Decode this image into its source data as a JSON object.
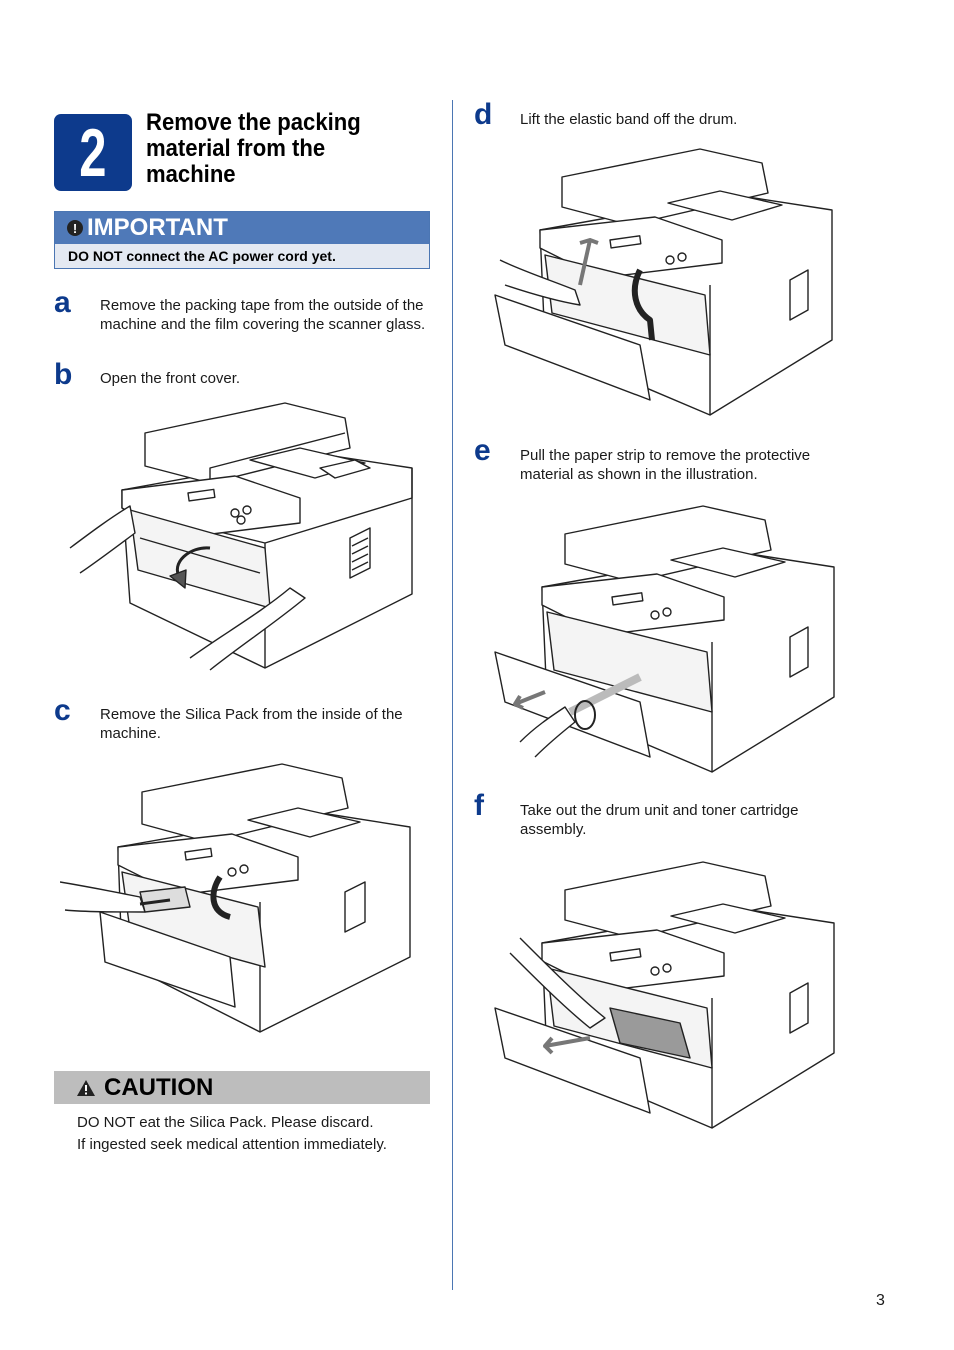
{
  "step_number": "2",
  "section_title": "Remove the packing material from the machine",
  "important": {
    "label": "IMPORTANT",
    "text": "DO NOT connect the AC power cord yet."
  },
  "steps": [
    {
      "letter": "a",
      "text": "Remove the packing tape from the outside of the machine and the film covering the scanner glass."
    },
    {
      "letter": "b",
      "text": "Open the front cover."
    },
    {
      "letter": "c",
      "text": "Remove the Silica Pack from the inside of the machine."
    },
    {
      "letter": "d",
      "text": "Lift the elastic band off the drum."
    },
    {
      "letter": "e",
      "text": "Pull the paper strip to remove the protective material as shown in the illustration."
    },
    {
      "letter": "f",
      "text": "Take out the drum unit and toner cartridge assembly."
    }
  ],
  "caution": {
    "label": "CAUTION",
    "lines": [
      "DO NOT eat the Silica Pack. Please discard.",
      "If ingested seek medical attention immediately."
    ]
  },
  "page_number": "3",
  "colors": {
    "brand_blue": "#0d3a8c",
    "important_header": "#4f79b8",
    "important_body": "#e4e9f2",
    "caution_bar": "#bdbdbd"
  }
}
